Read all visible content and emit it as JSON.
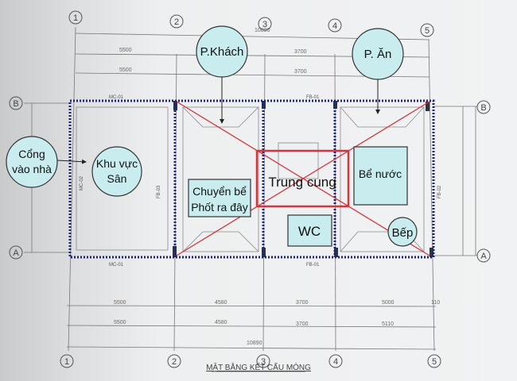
{
  "title": "MẶT BẰNG KẾT CẤU MÓNG",
  "grid_axes": {
    "columns": [
      "1",
      "2",
      "3",
      "4",
      "5"
    ],
    "rows": [
      "A",
      "B"
    ]
  },
  "dimensions": {
    "top_total": "10890",
    "top_row1": [
      "5500",
      "3700"
    ],
    "top_row2": [
      "5500",
      "3700"
    ],
    "bottom_row1": [
      "5500",
      "4580",
      "3700",
      "5000",
      "110"
    ],
    "bottom_row2": [
      "5500",
      "4580",
      "3700",
      "5110"
    ],
    "bottom_total": "10890"
  },
  "beam_labels": {
    "mc01_top": "MC-01",
    "fb01_top": "FB-01",
    "mc01_bottom": "MC-01",
    "fb01_bottom": "FB-01",
    "mc02": "MC-02",
    "fb03": "FB-03",
    "fb02": "FB-02"
  },
  "callouts": {
    "gate": [
      "Cổng",
      "vào nhà"
    ],
    "yard": [
      "Khu vực",
      "Sân"
    ],
    "living": "P.Khách",
    "dining": "P. Ăn",
    "septic": [
      "Chuyển bể",
      "Phốt ra đây"
    ],
    "center": "Trung cung",
    "water_tank": "Bể nước",
    "wc": "WC",
    "kitchen": "Bếp"
  },
  "colors": {
    "callout_fill": "#c9ecef",
    "boundary": "#1a237e",
    "cross": "#d9343b"
  }
}
